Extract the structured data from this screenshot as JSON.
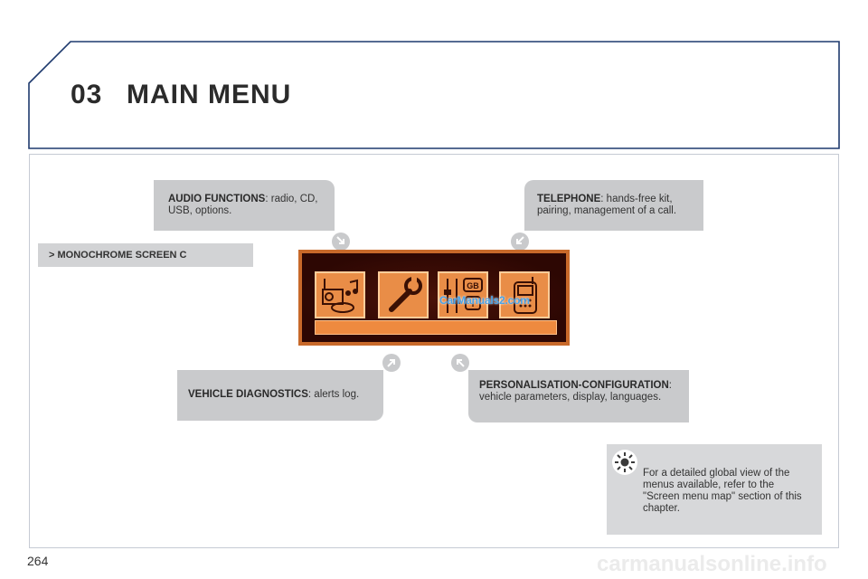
{
  "header": {
    "chapter_number": "03",
    "title": "MAIN MENU"
  },
  "callouts": {
    "audio": {
      "label": "AUDIO FUNCTIONS",
      "text": ": radio, CD, USB, options."
    },
    "telephone": {
      "label": "TELEPHONE",
      "text": ": hands-free kit, pairing, management of a call."
    },
    "diagnostics": {
      "label": "VEHICLE DIAGNOSTICS",
      "text": ": alerts log."
    },
    "personalisation": {
      "label": "PERSONALISATION-CONFIGURATION",
      "text": ": vehicle parameters, display, languages."
    }
  },
  "screen_tag": "> MONOCHROME SCREEN C",
  "screen": {
    "language_badges": [
      "GB",
      "I"
    ],
    "watermark": "CarManuals2.com"
  },
  "tip": "For a detailed global view of the menus available, refer to the \"Screen menu map\" section of this chapter.",
  "page_number": "264",
  "site_watermark": "carmanualsonline.info",
  "colors": {
    "accent": "#1f3a6e",
    "callout_bg": "#c9cacc",
    "screen_orange": "#e98d47",
    "screen_dark": "#2d0703"
  }
}
